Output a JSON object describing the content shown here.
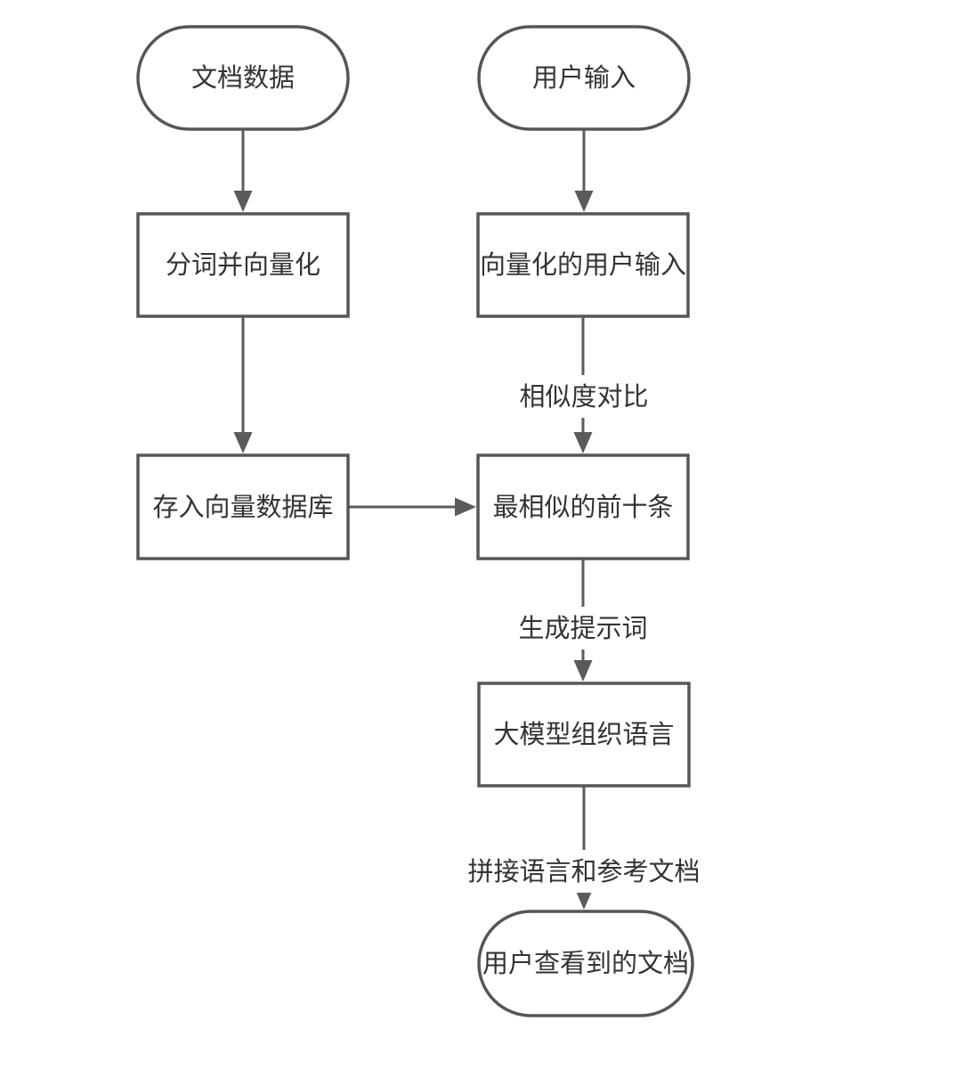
{
  "diagram": {
    "type": "flowchart",
    "background_color": "#ffffff",
    "stroke_color": "#5b5b5b",
    "text_color": "#333333",
    "nodes": [
      {
        "id": "doc-data",
        "shape": "stadium",
        "label": "文档数据"
      },
      {
        "id": "user-input",
        "shape": "stadium",
        "label": "用户输入"
      },
      {
        "id": "tokenize-vectorize",
        "shape": "rectangle",
        "label": "分词并向量化"
      },
      {
        "id": "vectorized-user-input",
        "shape": "rectangle",
        "label": "向量化的用户输入"
      },
      {
        "id": "store-vector-db",
        "shape": "rectangle",
        "label": "存入向量数据库"
      },
      {
        "id": "top-ten-similar",
        "shape": "rectangle",
        "label": "最相似的前十条"
      },
      {
        "id": "llm-compose",
        "shape": "rectangle",
        "label": "大模型组织语言"
      },
      {
        "id": "user-viewed-doc",
        "shape": "stadium",
        "label": "用户查看到的文档"
      }
    ],
    "edges": [
      {
        "from": "doc-data",
        "to": "tokenize-vectorize",
        "label": ""
      },
      {
        "from": "user-input",
        "to": "vectorized-user-input",
        "label": ""
      },
      {
        "from": "tokenize-vectorize",
        "to": "store-vector-db",
        "label": ""
      },
      {
        "from": "vectorized-user-input",
        "to": "top-ten-similar",
        "label": "相似度对比"
      },
      {
        "from": "store-vector-db",
        "to": "top-ten-similar",
        "label": ""
      },
      {
        "from": "top-ten-similar",
        "to": "llm-compose",
        "label": "生成提示词"
      },
      {
        "from": "llm-compose",
        "to": "user-viewed-doc",
        "label": "拼接语言和参考文档"
      }
    ]
  }
}
